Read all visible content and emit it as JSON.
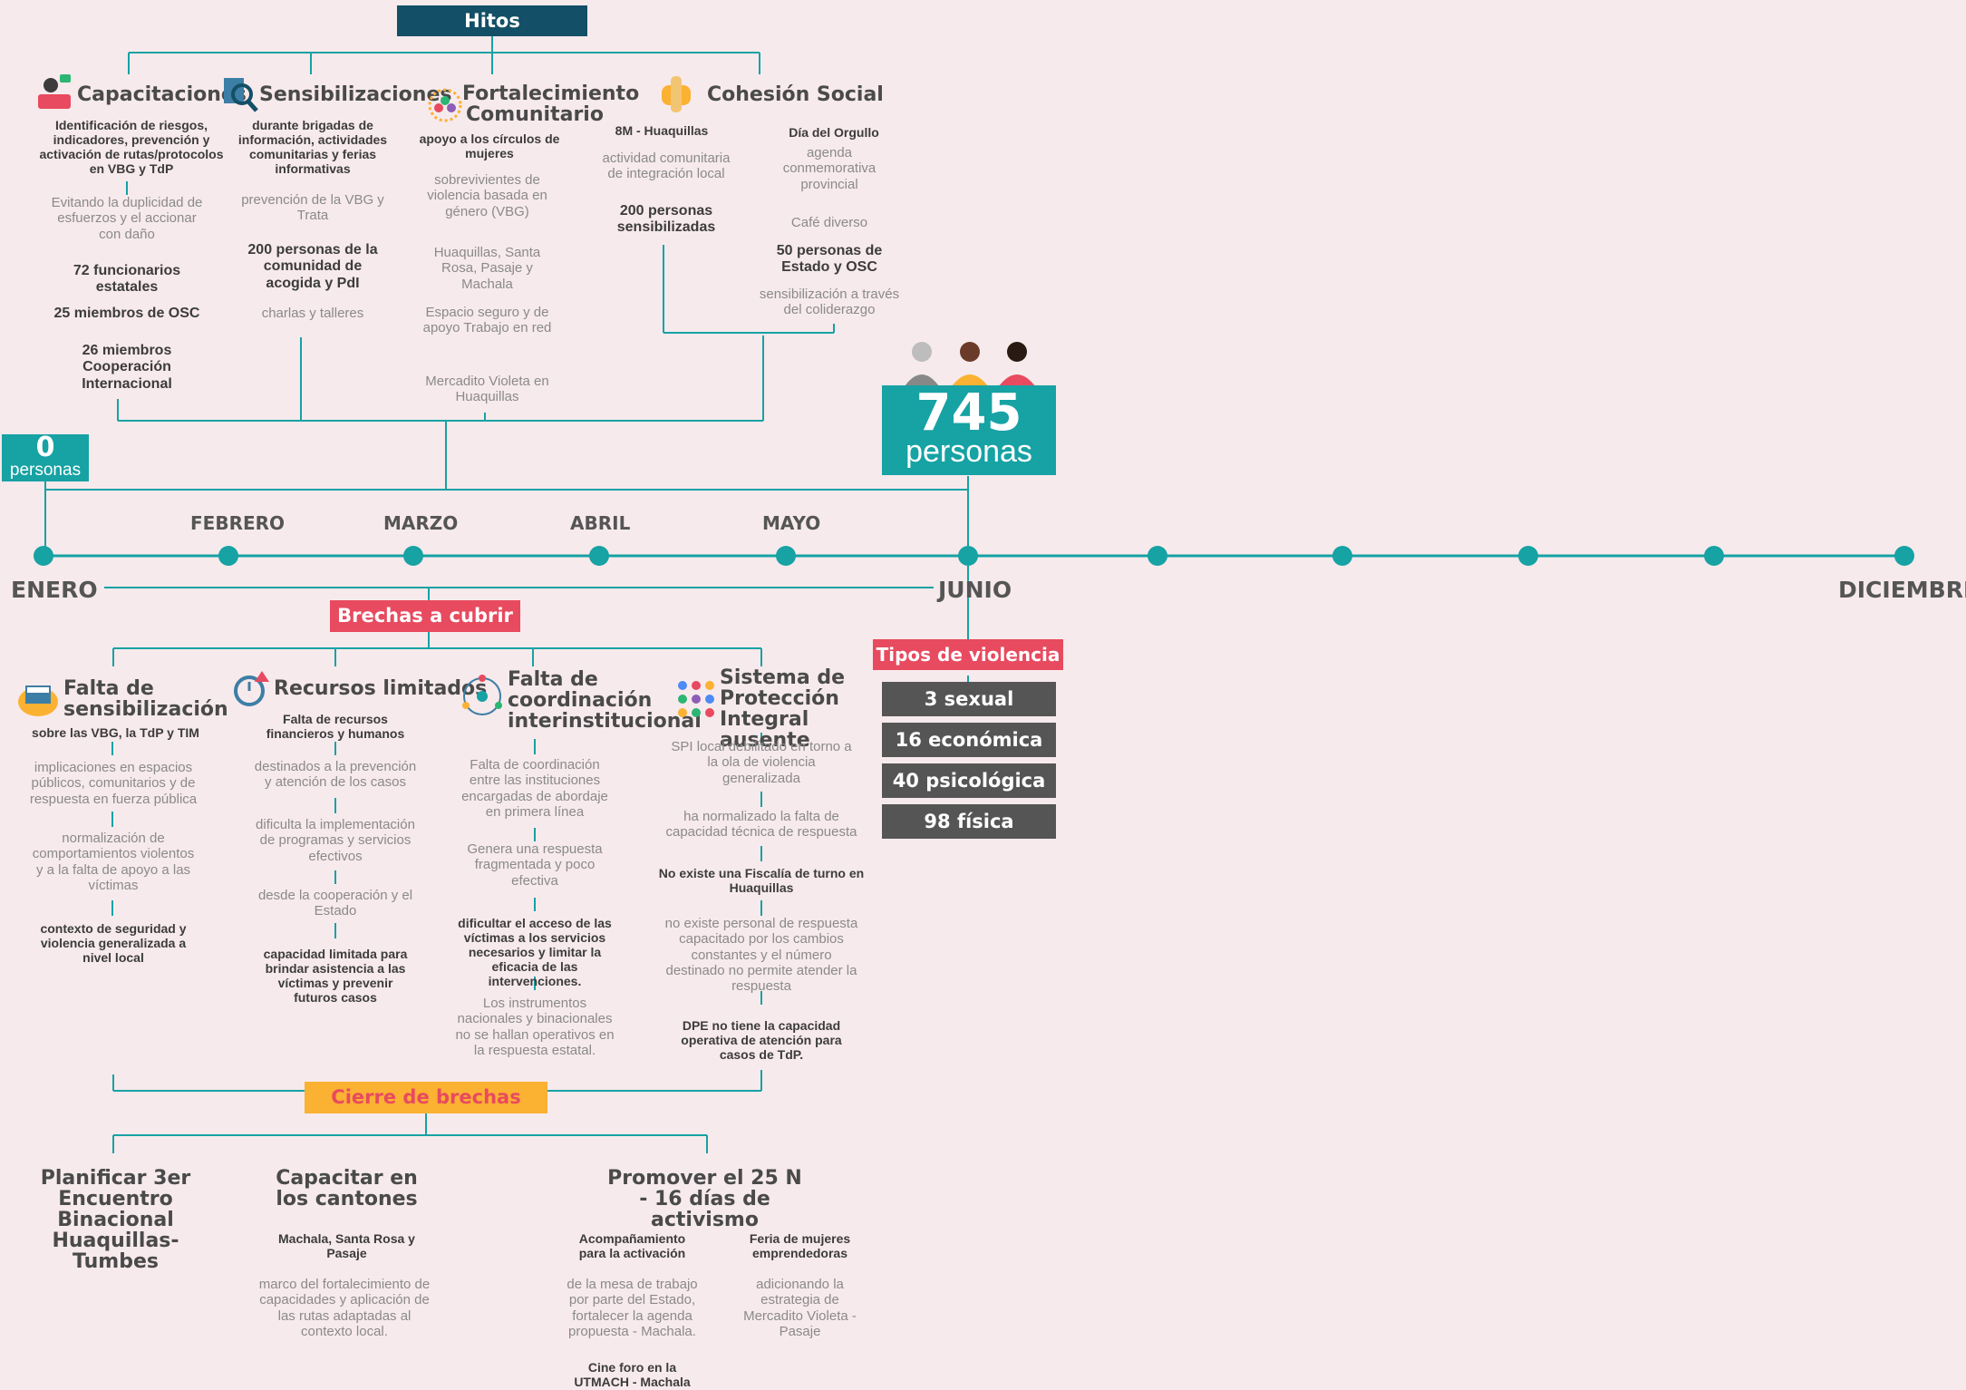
{
  "hitos": {
    "title": "Hitos",
    "capacitaciones": {
      "title": "Capacitaciones",
      "desc": "Identificación de riesgos, indicadores, prevención y activación de rutas/protocolos en VBG y TdP",
      "note": "Evitando la duplicidad de esfuerzos y el accionar con daño",
      "stat1": "72 funcionarios estatales",
      "stat2": "25 miembros de OSC",
      "stat3": "26 miembros Cooperación Internacional"
    },
    "sensibilizaciones": {
      "title": "Sensibilizaciones",
      "desc": "durante brigadas de información, actividades comunitarias y ferias informativas",
      "note": "prevención de la VBG y Trata",
      "stat": "200 personas de la comunidad de acogida y PdI",
      "note2": "charlas y talleres"
    },
    "fortalecimiento": {
      "title": "Fortalecimiento Comunitario",
      "desc": "apoyo a los círculos de mujeres",
      "note1": "sobrevivientes de violencia basada en género (VBG)",
      "note2": "Huaquillas, Santa Rosa, Pasaje y Machala",
      "note3": "Espacio seguro y de apoyo Trabajo en red",
      "note4": "Mercadito Violeta en Huaquillas"
    },
    "cohesion": {
      "title": "Cohesión Social",
      "a_title": "8M - Huaquillas",
      "a_note": "actividad comunitaria de integración local",
      "a_stat": "200 personas sensibilizadas",
      "b_title": "Día del Orgullo",
      "b_note1": "agenda conmemorativa provincial",
      "b_note2": "Café diverso",
      "b_stat": "50 personas de Estado y OSC",
      "b_note3": "sensibilización a través del coliderazgo"
    }
  },
  "counter_start": {
    "value": "0",
    "label": "personas"
  },
  "counter_end": {
    "value": "745",
    "label": "personas"
  },
  "months": {
    "enero": "ENERO",
    "febrero": "FEBRERO",
    "marzo": "MARZO",
    "abril": "ABRIL",
    "mayo": "MAYO",
    "junio": "JUNIO",
    "diciembre": "DICIEMBRE"
  },
  "tipos": {
    "title": "Tipos de violencia",
    "items": [
      "3 sexual",
      "16 económica",
      "40 psicológica",
      "98 física"
    ]
  },
  "brechas": {
    "title": "Brechas a cubrir",
    "sensibilizacion": {
      "title": "Falta de sensibilización",
      "desc": "sobre las VBG, la TdP y TIM",
      "n1": "implicaciones en espacios públicos, comunitarios y de respuesta en fuerza pública",
      "n2": "normalización de comportamientos violentos y a la falta de apoyo a las víctimas",
      "n3": "contexto de seguridad y violencia generalizada a nivel local"
    },
    "recursos": {
      "title": "Recursos limitados",
      "desc": "Falta de recursos financieros y humanos",
      "n1": "destinados a la prevención y atención de los casos",
      "n2": "dificulta la implementación de programas y servicios efectivos",
      "n3": "desde la cooperación y el Estado",
      "n4": "capacidad limitada para brindar asistencia a las víctimas y prevenir futuros casos"
    },
    "coordinacion": {
      "title": "Falta de coordinación interinstitucional",
      "n1": "Falta de coordinación entre las instituciones encargadas de abordaje en primera línea",
      "n2": "Genera una respuesta fragmentada y poco efectiva",
      "n3": "dificultar el acceso de las víctimas a los servicios necesarios y limitar la eficacia de las intervenciones.",
      "n4": "Los instrumentos nacionales y binacionales no se hallan operativos en la respuesta estatal."
    },
    "sistema": {
      "title": "Sistema de Protección Integral ausente",
      "n1": "SPI local debilitado en torno a la ola de violencia generalizada",
      "n2": "ha normalizado la falta de capacidad técnica de respuesta",
      "n3": "No existe una Fiscalía de turno en Huaquillas",
      "n4": "no existe personal de respuesta capacitado por los cambios constantes y el número destinado no permite atender la respuesta",
      "n5": "DPE no tiene la capacidad operativa de atención para casos de TdP."
    }
  },
  "cierre": {
    "title": "Cierre de brechas",
    "planificar": "Planificar 3er Encuentro Binacional Huaquillas-Tumbes",
    "capacitar": {
      "title": "Capacitar en los cantones",
      "desc": "Machala, Santa Rosa y Pasaje",
      "note": "marco del fortalecimiento de capacidades y aplicación de las rutas adaptadas al contexto local."
    },
    "promover": {
      "title": "Promover el  25 N - 16 días de activismo",
      "a_title": "Acompañamiento para la activación",
      "a_note": "de la mesa de trabajo por parte del Estado, fortalecer la agenda propuesta - Machala.",
      "a_extra": "Cine foro en la UTMACH - Machala",
      "b_title": "Feria de mujeres emprendedoras",
      "b_note": "adicionando la estrategia de Mercadito Violeta - Pasaje"
    }
  },
  "colors": {
    "teal": "#17a2a4",
    "navy": "#134f66",
    "red": "#e84a5f",
    "orange": "#fbb132",
    "gray": "#555555",
    "bg": "#f7eaec"
  }
}
